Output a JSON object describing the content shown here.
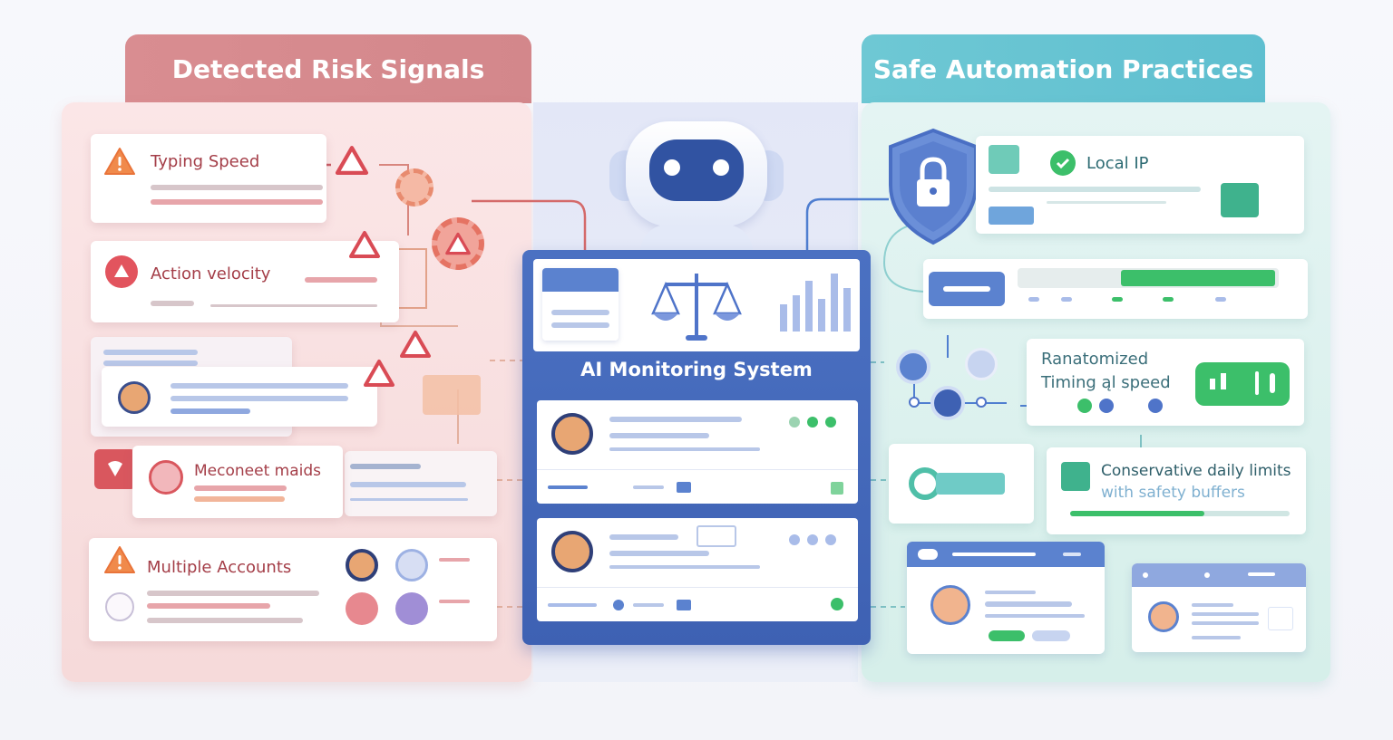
{
  "headers": {
    "risk": "Detected Risk Signals",
    "safe": "Safe Automation Practices"
  },
  "risk_items": {
    "typing_speed": "Typing Speed",
    "action_velocity": "Action velocity",
    "meconeet_maids": "Meconeet maids",
    "multiple_accounts": "Multiple Accounts"
  },
  "center": {
    "title": "AI Monitoring System"
  },
  "safe_items": {
    "local_ip": "Local IP",
    "randomized_line1": "Ranatomized",
    "randomized_line2": "Timing ąl speed",
    "limits_line1": "Conservative daily limits",
    "limits_line2": "with safety buffers"
  },
  "icons": {
    "robot": "robot-icon",
    "scale": "scale-icon",
    "bars": "bar-chart-icon",
    "shield": "shield-lock-icon",
    "warning": "warning-icon",
    "check": "check-circle-icon"
  },
  "colors": {
    "risk_red": "#d3878b",
    "safe_teal": "#5fbfd0",
    "monitor_blue": "#3e61b3",
    "ok_green": "#3cbf6a"
  }
}
